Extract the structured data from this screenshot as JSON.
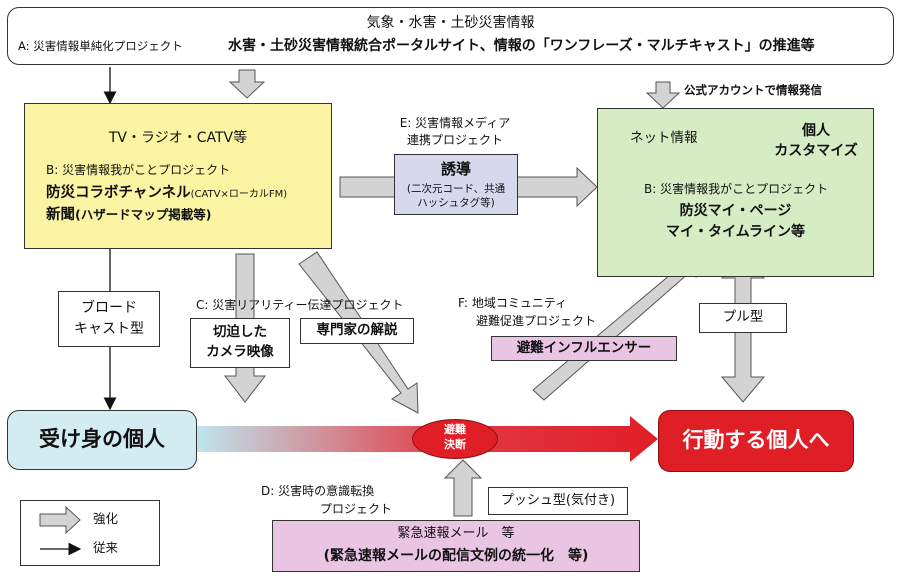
{
  "top": {
    "title": "気象・水害・土砂災害情報",
    "project_a": "A: 災害情報単純化プロジェクト",
    "headline": "水害・土砂災害情報統合ポータルサイト、情報の「ワンフレーズ・マルチキャスト」の推進等"
  },
  "official_account": "公式アカウントで情報発信",
  "tv_box": {
    "heading": "TV・ラジオ・CATV等",
    "project_b": "B: 災害情報我がことプロジェクト",
    "line1_bold": "防災コラボチャンネル",
    "line1_small": "(CATV×ローカルFM)",
    "line2_bold": "新聞",
    "line2_rest": "(ハザードマップ掲載等)"
  },
  "net_box": {
    "heading": "ネット情報",
    "personal_1": "個人",
    "personal_2": "カスタマイズ",
    "project_b": "B: 災害情報我がことプロジェクト",
    "line1": "防災マイ・ページ",
    "line2": "マイ・タイムライン等"
  },
  "project_e": {
    "label_1": "E: 災害情報メディア",
    "label_2": "連携プロジェクト",
    "guide_title": "誘導",
    "guide_sub_1": "(二次元コード、共通",
    "guide_sub_2": "ハッシュタグ等)"
  },
  "broadcast": {
    "line1": "ブロード",
    "line2": "キャスト型"
  },
  "project_c": {
    "label": "C: 災害リアリティー伝達プロジェクト",
    "camera_1": "切迫した",
    "camera_2": "カメラ映像",
    "expert": "専門家の解説"
  },
  "project_f": {
    "label_1": "F: 地域コミュニティ",
    "label_2": "避難促進プロジェクト",
    "influencer": "避難インフルエンサー"
  },
  "pull_type": "プル型",
  "passive_person": "受け身の個人",
  "decision": {
    "line1": "避難",
    "line2": "決断"
  },
  "active_person": "行動する個人へ",
  "project_d": {
    "label_1": "D: 災害時の意識転換",
    "label_2": "プロジェクト"
  },
  "push_type": "プッシュ型(気付き)",
  "emergency": {
    "line1": "緊急速報メール　等",
    "line2": "(緊急速報メールの配信文例の統一化　等)"
  },
  "legend": {
    "strengthen": "強化",
    "conventional": "従来"
  },
  "colors": {
    "yellow": "#fbf5a3",
    "green": "#d6ecc4",
    "lavender": "#d7d7ee",
    "pink": "#e9c4e3",
    "light_blue": "#d3ecf1",
    "red": "#e01e26",
    "gray_arrow": "#d3d3d3"
  }
}
